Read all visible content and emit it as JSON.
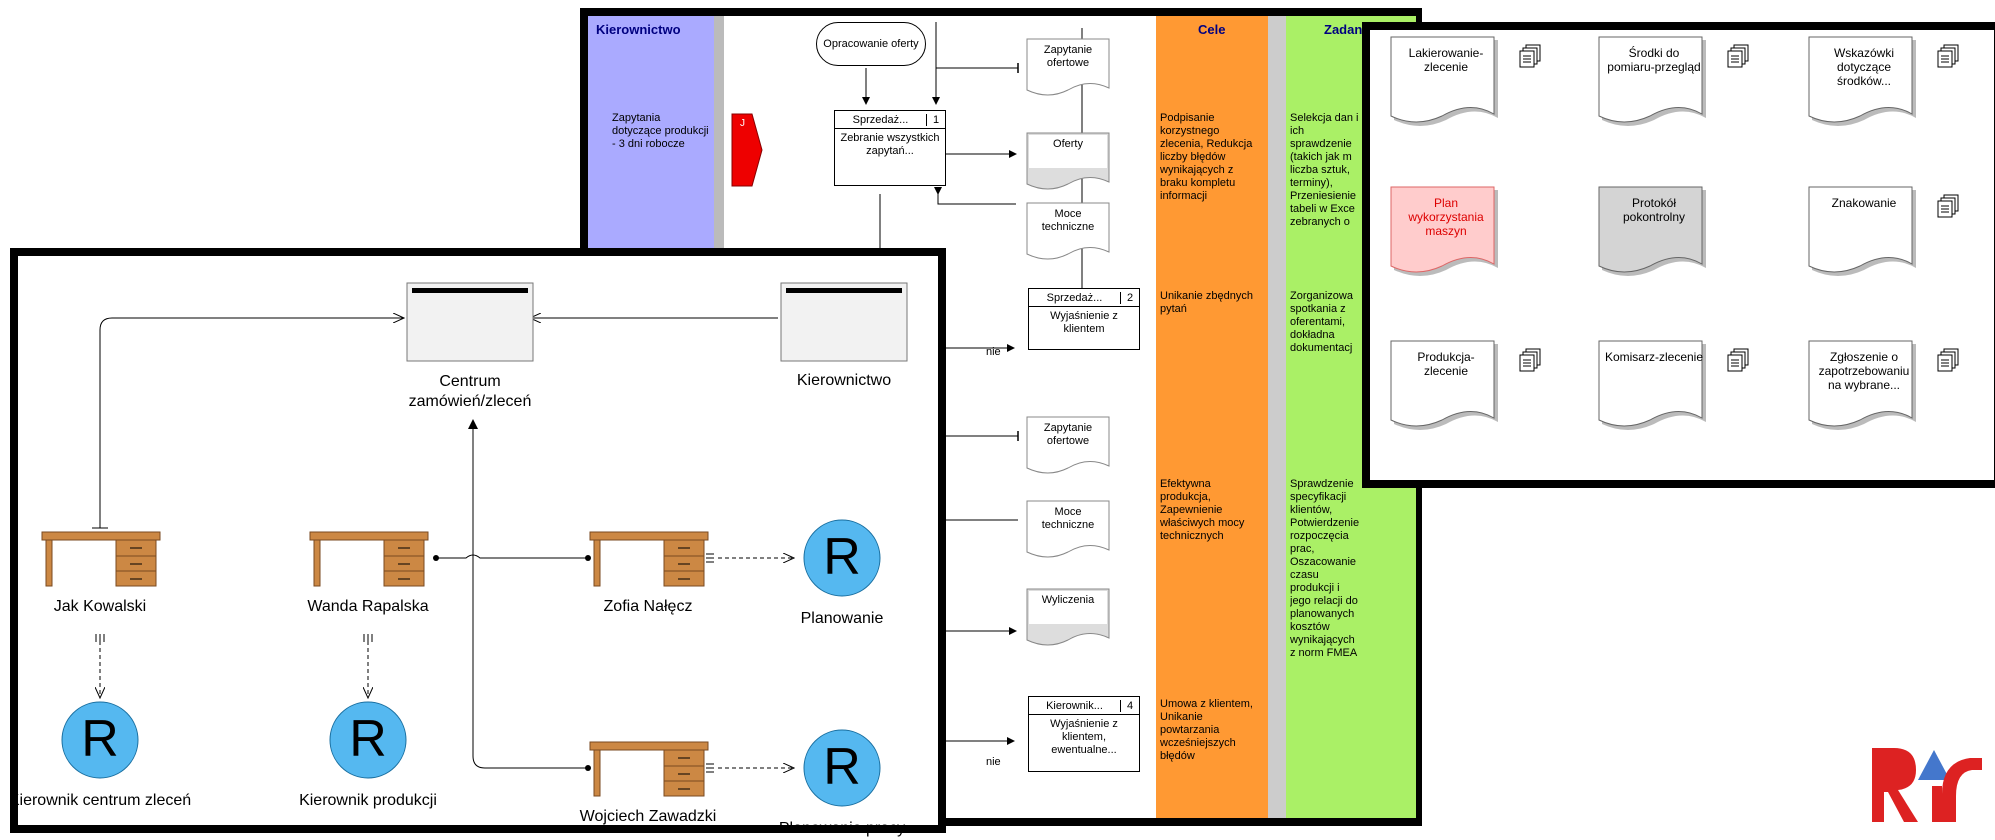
{
  "process": {
    "lane_header_management": "Kierownictwo",
    "lane_header_goals": "Cele",
    "lane_header_tasks": "Zadan",
    "management_note": "Zapytania dotyczące produkcji - 3 dni robocze",
    "trigger_letter": "J",
    "start_event": "Opracowanie oferty",
    "no_label_1": "nie",
    "no_label_2": "nie",
    "steps": [
      {
        "owner": "Sprzedaż...",
        "num": "1",
        "text": "Zebranie wszystkich zapytań..."
      },
      {
        "owner": "Sprzedaż...",
        "num": "2",
        "text": "Wyjaśnienie z klientem"
      },
      {
        "owner": "Kierownik...",
        "num": "4",
        "text": "Wyjaśnienie z klientem, ewentualne..."
      }
    ],
    "documents": [
      "Zapytanie ofertowe",
      "Oferty",
      "Moce techniczne",
      "Zapytanie ofertowe",
      "Moce techniczne",
      "Wyliczenia"
    ],
    "goals": [
      "Podpisanie korzystnego zlecenia, Redukcja liczby błędów wynikających z braku kompletu informacji",
      "Unikanie zbędnych pytań",
      "Efektywna produkcja, Zapewnienie właściwych mocy technicznych",
      "Umowa z klientem, Unikanie powtarzania wcześniejszych błędów"
    ],
    "tasks": [
      "Selekcja dan i ich sprawdzenie (takich jak m liczba sztuk, terminy), Przeniesienie tabeli w Exce zebranych o",
      "Zorganizowa spotkania z oferentami, dokładna dokumentacj",
      "Sprawdzenie specyfikacji klientów, Potwierdzenie rozpoczęcia prac, Oszacowanie czasu produkcji i jego relacji do planowanych kosztów wynikających z norm FMEA"
    ]
  },
  "docs": {
    "items": [
      {
        "label": "Lakierowanie-zlecenie",
        "style": "normal"
      },
      {
        "label": "Środki do pomiaru-przegląd",
        "style": "normal"
      },
      {
        "label": "Wskazówki dotyczące środków...",
        "style": "normal"
      },
      {
        "label": "Plan wykorzystania maszyn",
        "style": "highlight"
      },
      {
        "label": "Protokół pokontrolny",
        "style": "gray"
      },
      {
        "label": "Znakowanie",
        "style": "normal"
      },
      {
        "label": "Produkcja-zlecenie",
        "style": "normal"
      },
      {
        "label": "Komisarz-zlecenie",
        "style": "normal"
      },
      {
        "label": "Zgłoszenie o zapotrzebowaniu na wybrane...",
        "style": "normal"
      }
    ]
  },
  "org": {
    "order_center": "Centrum zamówień/zleceń",
    "management": "Kierownictwo",
    "people": [
      "Jak Kowalski",
      "Wanda Rapalska",
      "Zofia Nałęcz",
      "Wojciech Zawadzki"
    ],
    "roles": [
      "Planowanie",
      "Planowanie pracy",
      "Kierownik centrum zleceń",
      "Kierownik produkcji"
    ],
    "role_letter": "R"
  },
  "colors": {
    "management_lane": "#aaaaff",
    "goals_lane": "#ff9933",
    "tasks_lane": "#aaf066",
    "trigger": "#ee0000",
    "role_circle": "#55b8f0",
    "desk": "#cc8844",
    "logo_red": "#dd2222",
    "logo_blue": "#4477cc"
  }
}
